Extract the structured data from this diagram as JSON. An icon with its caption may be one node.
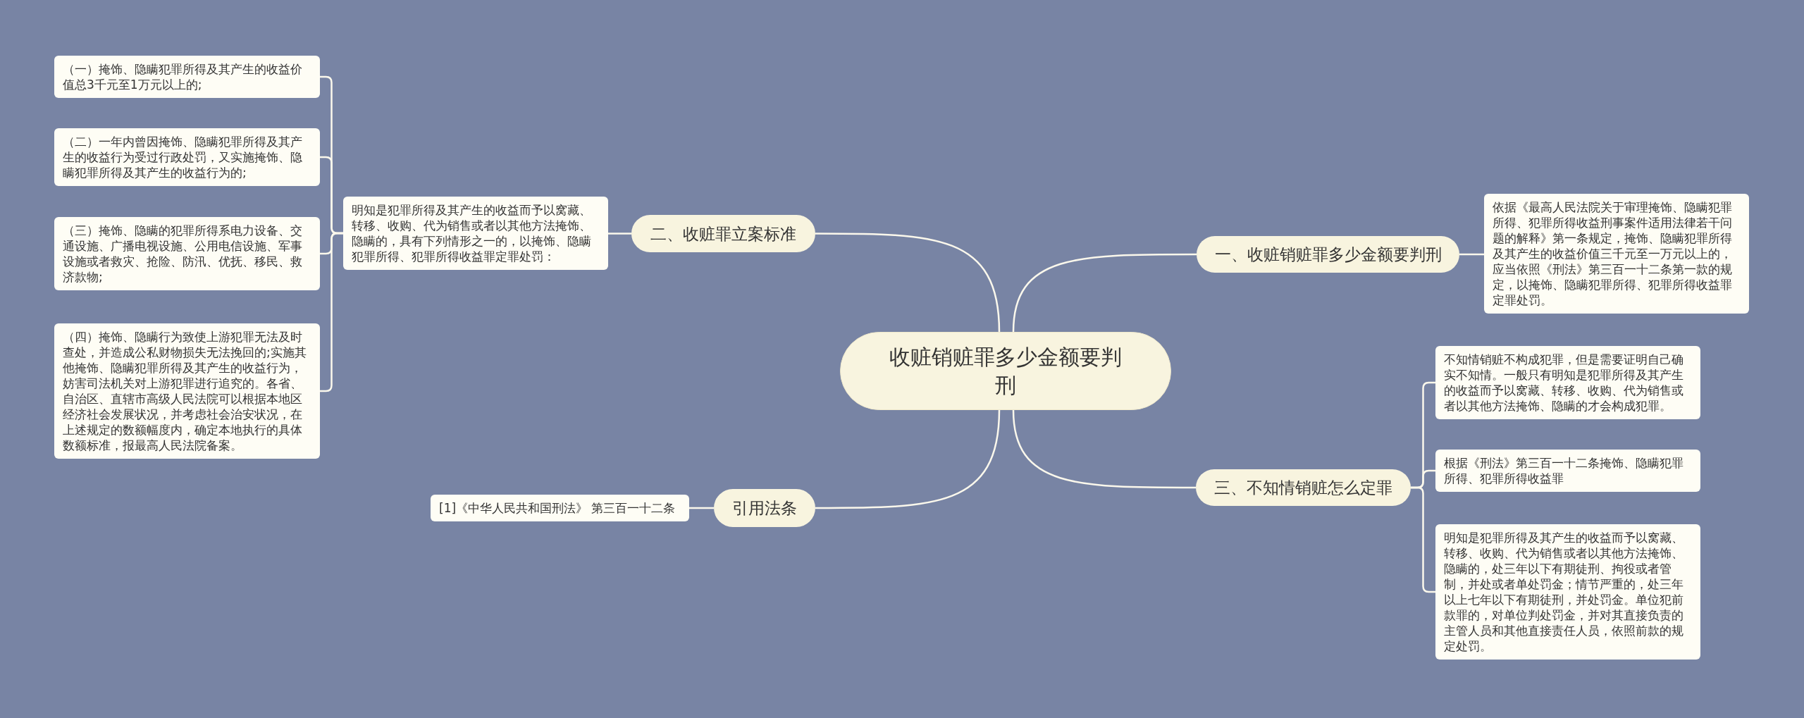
{
  "diagram": {
    "nodes": [
      {
        "text": [
          "收赃销赃罪多少金额要判刑"
        ]
      },
      {
        "text": [
          "一、收赃销赃罪多少金额要判刑"
        ]
      },
      {
        "text": [
          "依据《最高人民法院关于审理掩饰、隐瞒犯罪所得、犯罪所得收益刑事案件适用法律若干问题的解释》第一条规定，掩饰、隐瞒犯罪所得及其产生的收益价值三千元至一万元以上的，应当依照《刑法》第三百一十二条第一款的规定，以掩饰、隐瞒犯罪所得、犯罪所得收益罪定罪处罚。"
        ]
      },
      {
        "text": [
          "二、收赃罪立案标准"
        ]
      },
      {
        "text": [
          "明知是犯罪所得及其产生的收益而予以窝藏、转移、收购、代为销售或者以其他方法掩饰、隐瞒的，具有下列情形之一的，以掩饰、隐瞒犯罪所得、犯罪所得收益罪定罪处罚："
        ]
      },
      {
        "text": [
          "（一）掩饰、隐瞒犯罪所得及其产生的收益价值总3千元至1万元以上的;"
        ]
      },
      {
        "text": [
          "（二）一年内曾因掩饰、隐瞒犯罪所得及其产生的收益行为受过行政处罚，又实施掩饰、隐瞒犯罪所得及其产生的收益行为的;"
        ]
      },
      {
        "text": [
          "（三）掩饰、隐瞒的犯罪所得系电力设备、交通设施、广播电视设施、公用电信设施、军事设施或者救灾、抢险、防汛、优抚、移民、救济款物;"
        ]
      },
      {
        "text": [
          "（四）掩饰、隐瞒行为致使上游犯罪无法及时查处，并造成公私财物损失无法挽回的;实施其他掩饰、隐瞒犯罪所得及其产生的收益行为，妨害司法机关对上游犯罪进行追究的。各省、自治区、直辖市高级人民法院可以根据本地区经济社会发展状况，并考虑社会治安状况，在上述规定的数额幅度内，确定本地执行的具体数额标准，报最高人民法院备案。"
        ]
      },
      {
        "text": [
          "三、不知情销赃怎么定罪"
        ]
      },
      {
        "text": [
          "不知情销赃不构成犯罪，但是需要证明自己确实不知情。一般只有明知是犯罪所得及其产生的收益而予以窝藏、转移、收购、代为销售或者以其他方法掩饰、隐瞒的才会构成犯罪。"
        ]
      },
      {
        "text": [
          "根据《刑法》第三百一十二条掩饰、隐瞒犯罪所得、犯罪所得收益罪"
        ]
      },
      {
        "text": [
          "明知是犯罪所得及其产生的收益而予以窝藏、转移、收购、代为销售或者以其他方法掩饰、隐瞒的，处三年以下有期徒刑、拘役或者管制，并处或者单处罚金；情节严重的，处三年以上七年以下有期徒刑，并处罚金。单位犯前款罪的，对单位判处罚金，并对其直接负责的主管人员和其他直接责任人员，依照前款的规定处罚。"
        ]
      },
      {
        "text": [
          "引用法条"
        ]
      },
      {
        "text": [
          "[1]《中华人民共和国刑法》 第三百一十二条"
        ]
      }
    ],
    "edges": [
      {
        "from": 0,
        "to": 1,
        "arrow": "none"
      },
      {
        "from": 1,
        "to": 2,
        "arrow": "none"
      },
      {
        "from": 0,
        "to": 3,
        "arrow": "none"
      },
      {
        "from": 3,
        "to": 4,
        "arrow": "none"
      },
      {
        "from": 4,
        "to": 5,
        "arrow": "none"
      },
      {
        "from": 4,
        "to": 6,
        "arrow": "none"
      },
      {
        "from": 4,
        "to": 7,
        "arrow": "none"
      },
      {
        "from": 4,
        "to": 8,
        "arrow": "none"
      },
      {
        "from": 0,
        "to": 9,
        "arrow": "none"
      },
      {
        "from": 9,
        "to": 10,
        "arrow": "none"
      },
      {
        "from": 9,
        "to": 11,
        "arrow": "none"
      },
      {
        "from": 9,
        "to": 12,
        "arrow": "none"
      },
      {
        "from": 0,
        "to": 13,
        "arrow": "none"
      },
      {
        "from": 13,
        "to": 14,
        "arrow": "none"
      }
    ]
  }
}
